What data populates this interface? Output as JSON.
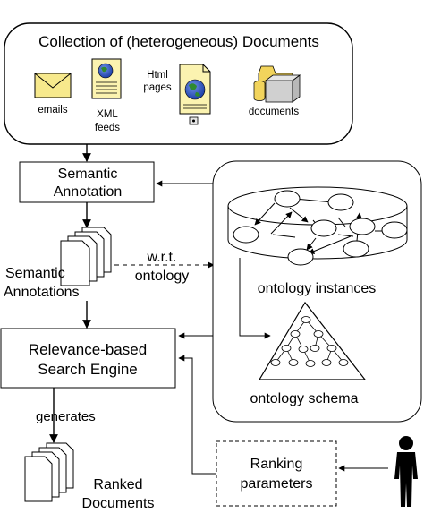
{
  "collection": {
    "title": "Collection of (heterogeneous) Documents",
    "emails_label": "emails",
    "xml_label_1": "XML",
    "xml_label_2": "feeds",
    "html_label_1": "Html",
    "html_label_2": "pages",
    "documents_label": "documents"
  },
  "semantic_annotation": {
    "line1": "Semantic",
    "line2": "Annotation"
  },
  "semantic_annotations": {
    "line1": "Semantic",
    "line2": "Annotations"
  },
  "wrt_ontology": {
    "line1": "w.r.t.",
    "line2": "ontology"
  },
  "ontology": {
    "instances_label": "ontology instances",
    "schema_label": "ontology schema"
  },
  "search_engine": {
    "line1": "Relevance-based",
    "line2": "Search Engine"
  },
  "generates_label": "generates",
  "ranked_documents": {
    "line1": "Ranked",
    "line2": "Documents"
  },
  "ranking_parameters": {
    "line1": "Ranking",
    "line2": "parameters"
  },
  "colors": {
    "envelope": "#f7e98c",
    "xml_paper": "#fbf3b0",
    "globe_blue": "#1d3fa8",
    "globe_green": "#2f8a2f",
    "folder_yellow": "#f2d45c",
    "folder_gray": "#b8b8b8"
  }
}
